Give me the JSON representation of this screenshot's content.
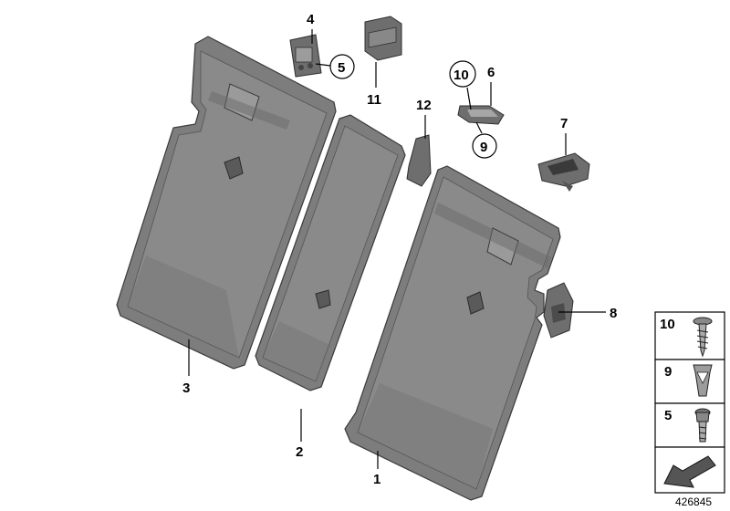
{
  "callouts": {
    "c1": "1",
    "c2": "2",
    "c3": "3",
    "c4": "4",
    "c5": "5",
    "c6": "6",
    "c7": "7",
    "c8": "8",
    "c9": "9",
    "c10": "10",
    "c11": "11",
    "c12": "12"
  },
  "legend": {
    "items": [
      "10",
      "9",
      "5"
    ]
  },
  "document_number": "426845",
  "icons": {
    "screw": "screw-icon",
    "clip": "clip-nut-icon",
    "bolt": "bolt-icon",
    "direction": "direction-arrow-icon"
  }
}
